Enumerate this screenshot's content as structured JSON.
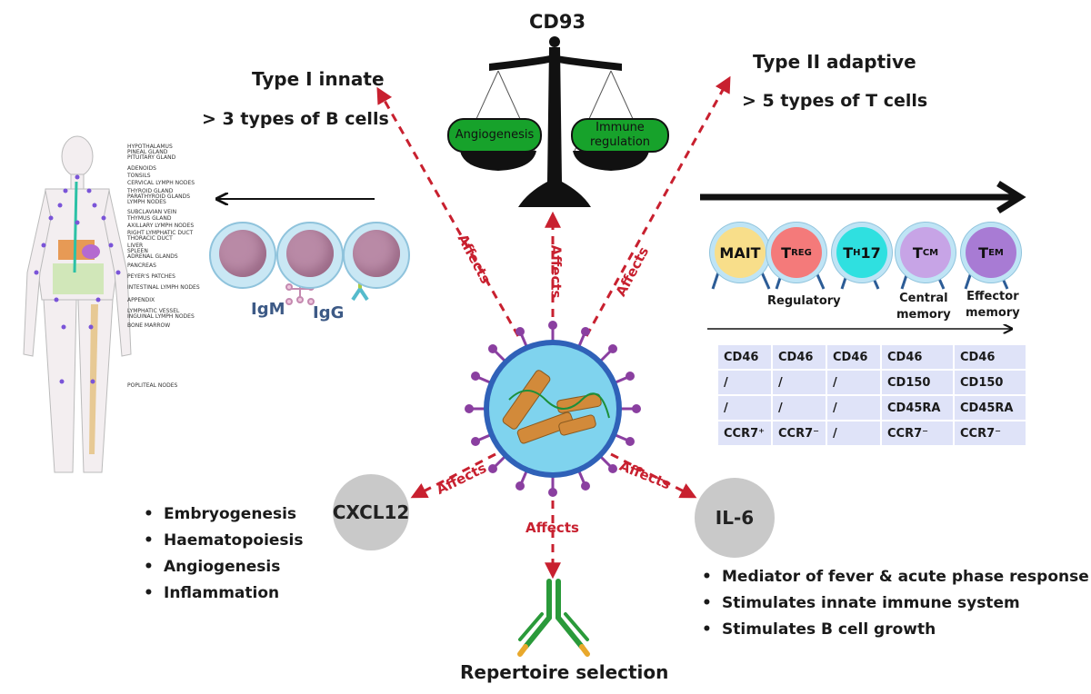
{
  "center_title": "CD93",
  "balance": {
    "left_pan": "Angiogenesis",
    "right_pan_line1": "Immune",
    "right_pan_line2": "regulation"
  },
  "type1": {
    "title": "Type I innate",
    "subtitle": "> 3 types of B cells",
    "labels": [
      "IgM",
      "IgG"
    ]
  },
  "type2": {
    "title": "Type II adaptive",
    "subtitle": "> 5 types of T cells"
  },
  "affects_label": "Affects",
  "t_cells": [
    {
      "name": "MAIT",
      "color": "#f8de8a"
    },
    {
      "main": "T",
      "sub": "REG",
      "color": "#f47a7a"
    },
    {
      "main": "T",
      "sub": "H",
      "tail": "17",
      "color": "#2fe0e0"
    },
    {
      "main": "T",
      "sub": "CM",
      "color": "#c7a4e6"
    },
    {
      "main": "T",
      "sub": "EM",
      "color": "#a87bd4"
    }
  ],
  "t_cell_labels": {
    "regulatory": "Regulatory",
    "central_line1": "Central",
    "central_line2": "memory",
    "effector_line1": "Effector",
    "effector_line2": "memory"
  },
  "markers": [
    [
      "CD46",
      "CD46",
      "CD46",
      "CD46",
      "CD46"
    ],
    [
      "/",
      "/",
      "/",
      "CD150",
      "CD150"
    ],
    [
      "/",
      "/",
      "/",
      "CD45RA",
      "CD45RA"
    ],
    [
      "CCR7⁺",
      "CCR7⁻",
      "/",
      "CCR7⁻",
      "CCR7⁻"
    ]
  ],
  "cxcl12": {
    "name": "CXCL12",
    "bullets": [
      "Embryogenesis",
      "Haematopoiesis",
      "Angiogenesis",
      "Inflammation"
    ]
  },
  "il6": {
    "name": "IL-6",
    "bullets": [
      "Mediator of fever & acute phase response",
      "Stimulates innate immune system",
      "Stimulates B cell growth"
    ]
  },
  "repertoire": "Repertoire selection",
  "organs": [
    "HYPOTHALAMUS",
    "PINEAL GLAND",
    "PITUITARY GLAND",
    "ADENOIDS",
    "TONSILS",
    "CERVICAL LYMPH NODES",
    "THYROID GLAND",
    "PARATHYROID GLANDS",
    "LYMPH NODES",
    "SUBCLAVIAN VEIN",
    "THYMUS GLAND",
    "AXILLARY LYMPH NODES",
    "RIGHT LYMPHATIC DUCT",
    "THORACIC DUCT",
    "LIVER",
    "SPLEEN",
    "ADRENAL GLANDS",
    "PANCREAS",
    "PEYER'S PATCHES",
    "INTESTINAL LYMPH NODES",
    "APPENDIX",
    "LYMPHATIC VESSEL",
    "INGUINAL LYMPH NODES",
    "BONE MARROW",
    "POPLITEAL NODES"
  ],
  "colors": {
    "affects": "#c8202f",
    "pan_green": "#17a22b",
    "virus_core": "#7fd3ee",
    "virus_spike": "#8a3fa0",
    "table_cell": "#dfe3f8"
  }
}
